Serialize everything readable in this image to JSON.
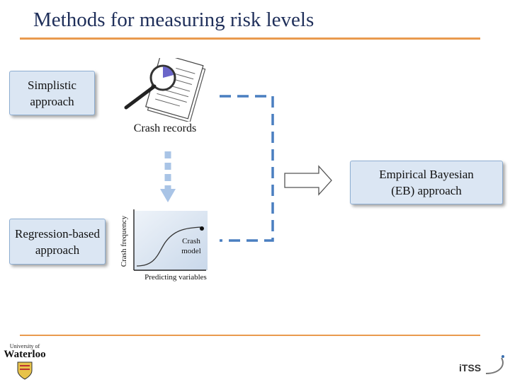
{
  "slide": {
    "title": "Methods for measuring risk levels"
  },
  "boxes": {
    "simplistic": "Simplistic approach",
    "regression": "Regression-based approach",
    "eb": "Empirical Bayesian (EB) approach"
  },
  "labels": {
    "crash_records": "Crash records",
    "crash_model": "Crash model",
    "y_axis": "Crash frequency",
    "x_axis": "Predicting variables"
  },
  "logos": {
    "waterloo_small": "University of",
    "waterloo": "Waterloo",
    "itss": "iTSS"
  },
  "colors": {
    "title": "#1f2f5a",
    "rule": "#e99a4e",
    "box_fill": "#dbe6f3",
    "dashed_arrow": "#4a7fc0"
  }
}
